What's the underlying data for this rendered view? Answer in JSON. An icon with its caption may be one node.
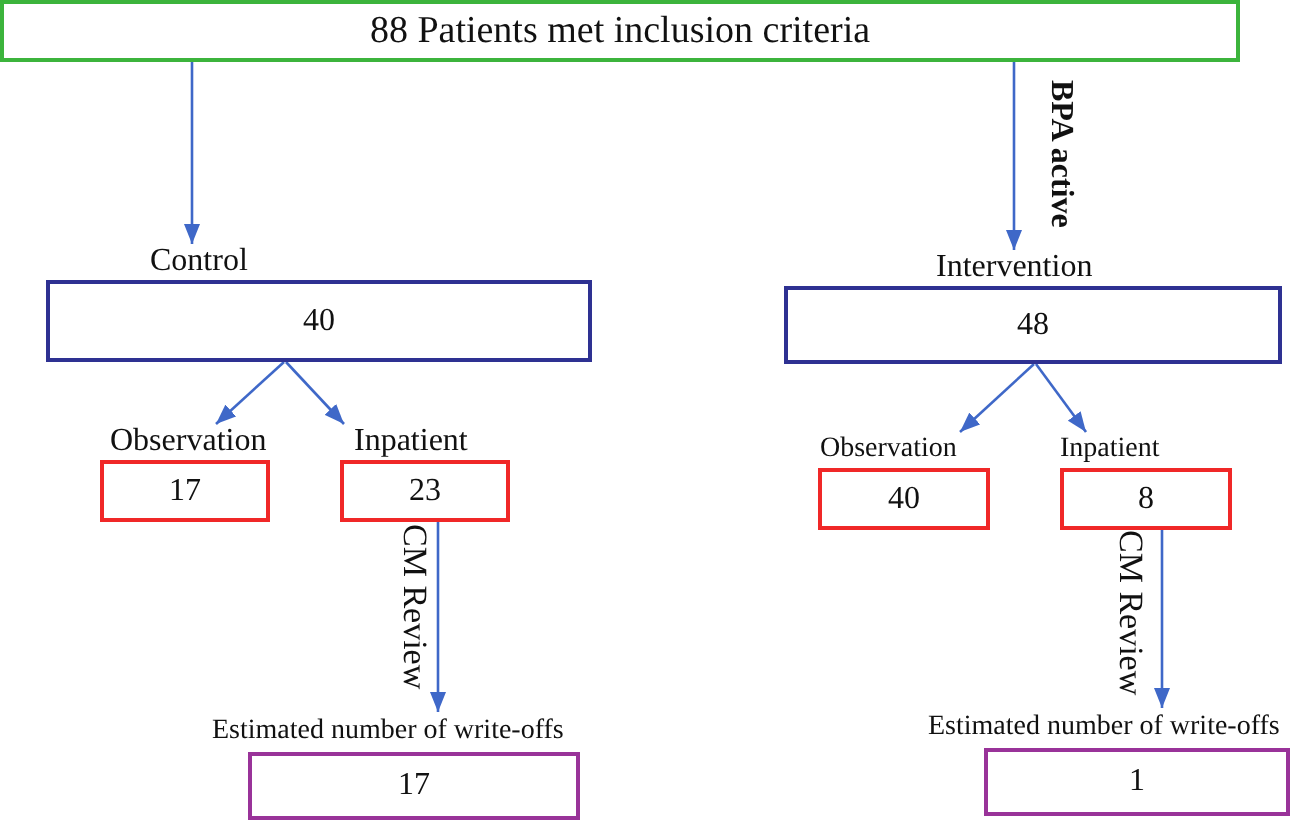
{
  "diagram": {
    "nodes": [
      {
        "text": [
          "88 Patients met inclusion criteria"
        ]
      },
      {
        "text": [
          "Control",
          "40"
        ]
      },
      {
        "text": [
          "Intervention",
          "48"
        ]
      },
      {
        "text": [
          "Observation",
          "17"
        ]
      },
      {
        "text": [
          "Inpatient",
          "23"
        ]
      },
      {
        "text": [
          "Observation",
          "40"
        ]
      },
      {
        "text": [
          "Inpatient",
          "8"
        ]
      },
      {
        "text": [
          "Estimated number of write-offs",
          "17"
        ]
      },
      {
        "text": [
          "Estimated number of write-offs",
          "1"
        ]
      }
    ],
    "edges": [
      {
        "from": 0,
        "to": 1,
        "arrow": "to"
      },
      {
        "from": 0,
        "to": 2,
        "arrow": "to",
        "label": "BPA active"
      },
      {
        "from": 1,
        "to": 3,
        "arrow": "to"
      },
      {
        "from": 1,
        "to": 4,
        "arrow": "to"
      },
      {
        "from": 2,
        "to": 5,
        "arrow": "to"
      },
      {
        "from": 2,
        "to": 6,
        "arrow": "to"
      },
      {
        "from": 4,
        "to": 7,
        "arrow": "to",
        "label": "CM Review"
      },
      {
        "from": 6,
        "to": 8,
        "arrow": "to",
        "label": "CM Review"
      }
    ]
  }
}
